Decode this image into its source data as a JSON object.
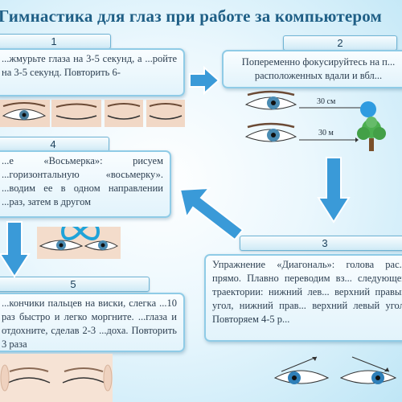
{
  "title": "Гимнастика для глаз при работе за компьютером",
  "steps": [
    {
      "number": "1",
      "text": "...жмурьте глаза на 3-5 секунд, а ...ройте на 3-5 секунд. Повторить 6-"
    },
    {
      "number": "2",
      "text": "Попеременно фокусируйтесь на п... расположенных вдали и вбл..."
    },
    {
      "number": "3",
      "text": "Упражнение «Диагональ»: голова рас... прямо. Плавно переводим вз... следующей траектории: нижний лев... верхний правый угол, нижний прав... верхний левый угол. Повторяем 4-5 р..."
    },
    {
      "number": "4",
      "text": "...е «Восьмерка»: рисуем ...горизонтальную «восьмерку». ...водим ее в одном направлении ...раз, затем в другом"
    },
    {
      "number": "5",
      "text": "...кончики пальцев на виски, слегка ...10 раз быстро и легко моргните. ...глаза и отдохните, сделав 2-3 ...доха. Повторить 3 раза"
    }
  ],
  "distances": {
    "near": "30 см",
    "far": "30 м"
  },
  "colors": {
    "title": "#1f5f86",
    "arrow": "#2a8fd0",
    "box_border": "#8fcbe6",
    "background": "#eaf7fd"
  },
  "icons": [
    "eye-icon",
    "tree-icon",
    "figure-eight-icon",
    "blue-ball-icon",
    "arrow-icon"
  ]
}
